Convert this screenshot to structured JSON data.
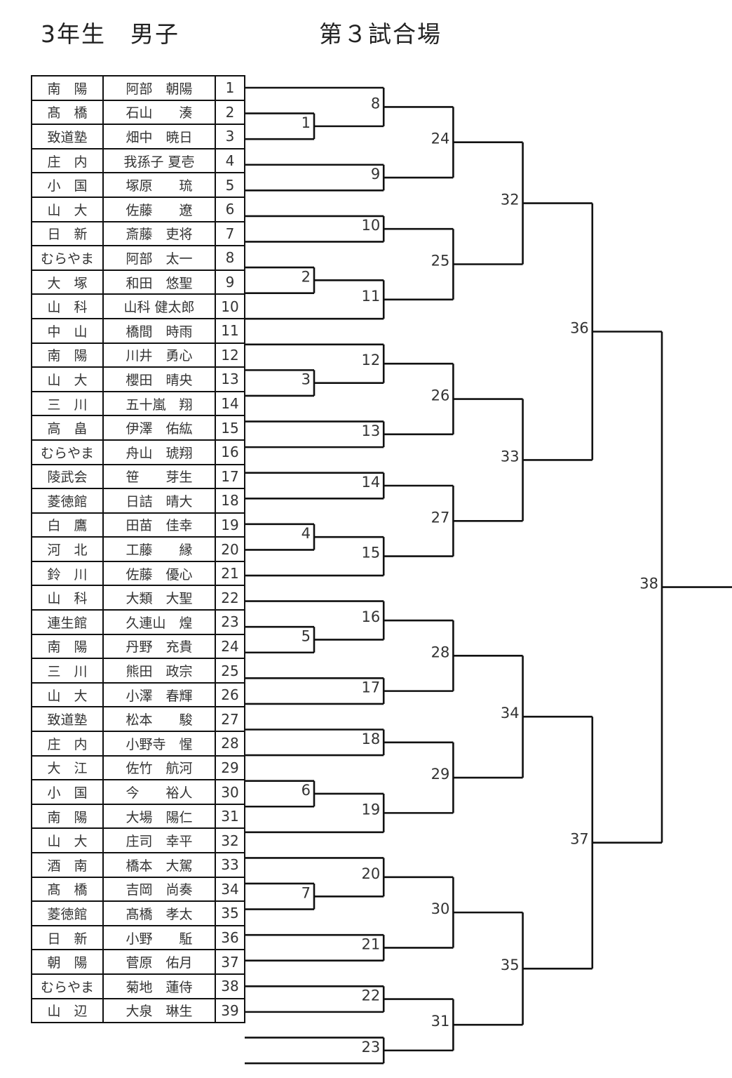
{
  "header": {
    "category": "3年生　男子",
    "venue": "第３試合場"
  },
  "entries": [
    {
      "no": "1",
      "school": "南　陽",
      "name": "阿部　朝陽"
    },
    {
      "no": "2",
      "school": "髙　橋",
      "name": "石山　　湊"
    },
    {
      "no": "3",
      "school": "致道塾",
      "name": "畑中　暁日"
    },
    {
      "no": "4",
      "school": "庄　内",
      "name": "我孫子 夏壱"
    },
    {
      "no": "5",
      "school": "小　国",
      "name": "塚原　　琉"
    },
    {
      "no": "6",
      "school": "山　大",
      "name": "佐藤　　遼"
    },
    {
      "no": "7",
      "school": "日　新",
      "name": "斎藤　吏将"
    },
    {
      "no": "8",
      "school": "むらやま",
      "name": "阿部　太一"
    },
    {
      "no": "9",
      "school": "大　塚",
      "name": "和田　悠聖"
    },
    {
      "no": "10",
      "school": "山　科",
      "name": "山科 健太郎"
    },
    {
      "no": "11",
      "school": "中　山",
      "name": "橋間　時雨"
    },
    {
      "no": "12",
      "school": "南　陽",
      "name": "川井　勇心"
    },
    {
      "no": "13",
      "school": "山　大",
      "name": "櫻田　晴央"
    },
    {
      "no": "14",
      "school": "三　川",
      "name": "五十嵐　翔"
    },
    {
      "no": "15",
      "school": "高　畠",
      "name": "伊澤　佑紘"
    },
    {
      "no": "16",
      "school": "むらやま",
      "name": "舟山　琥翔"
    },
    {
      "no": "17",
      "school": "陵武会",
      "name": "笹　　芽生"
    },
    {
      "no": "18",
      "school": "菱徳館",
      "name": "日詰　晴大"
    },
    {
      "no": "19",
      "school": "白　鷹",
      "name": "田苗　佳幸"
    },
    {
      "no": "20",
      "school": "河　北",
      "name": "工藤　　縁"
    },
    {
      "no": "21",
      "school": "鈴　川",
      "name": "佐藤　優心"
    },
    {
      "no": "22",
      "school": "山　科",
      "name": "大類　大聖"
    },
    {
      "no": "23",
      "school": "連生館",
      "name": "久連山　煌"
    },
    {
      "no": "24",
      "school": "南　陽",
      "name": "丹野　充貴"
    },
    {
      "no": "25",
      "school": "三　川",
      "name": "熊田　政宗"
    },
    {
      "no": "26",
      "school": "山　大",
      "name": "小澤　春輝"
    },
    {
      "no": "27",
      "school": "致道塾",
      "name": "松本　　駿"
    },
    {
      "no": "28",
      "school": "庄　内",
      "name": "小野寺　惺"
    },
    {
      "no": "29",
      "school": "大　江",
      "name": "佐竹　航河"
    },
    {
      "no": "30",
      "school": "小　国",
      "name": "今　　裕人"
    },
    {
      "no": "31",
      "school": "南　陽",
      "name": "大場　陽仁"
    },
    {
      "no": "32",
      "school": "山　大",
      "name": "庄司　幸平"
    },
    {
      "no": "33",
      "school": "酒　南",
      "name": "橋本　大駕"
    },
    {
      "no": "34",
      "school": "髙　橋",
      "name": "吉岡　尚奏"
    },
    {
      "no": "35",
      "school": "菱徳館",
      "name": "髙橋　孝太"
    },
    {
      "no": "36",
      "school": "日　新",
      "name": "小野　　駈"
    },
    {
      "no": "37",
      "school": "朝　陽",
      "name": "菅原　佑月"
    },
    {
      "no": "38",
      "school": "むらやま",
      "name": "菊地　蓮侍"
    },
    {
      "no": "39",
      "school": "山　辺",
      "name": "大泉　琳生"
    }
  ],
  "matches": [
    {
      "no": "1",
      "round": 1,
      "a": "p2",
      "b": "p3"
    },
    {
      "no": "2",
      "round": 1,
      "a": "p8",
      "b": "p9"
    },
    {
      "no": "3",
      "round": 1,
      "a": "p12",
      "b": "p13"
    },
    {
      "no": "4",
      "round": 1,
      "a": "p18",
      "b": "p19"
    },
    {
      "no": "5",
      "round": 1,
      "a": "p22",
      "b": "p23"
    },
    {
      "no": "6",
      "round": 1,
      "a": "p28",
      "b": "p29"
    },
    {
      "no": "7",
      "round": 1,
      "a": "p32",
      "b": "p33"
    },
    {
      "no": "8",
      "round": 2,
      "a": "p1",
      "b": "m1"
    },
    {
      "no": "9",
      "round": 2,
      "a": "p4",
      "b": "p5"
    },
    {
      "no": "10",
      "round": 2,
      "a": "p6",
      "b": "p7"
    },
    {
      "no": "11",
      "round": 2,
      "a": "m2",
      "b": "p10"
    },
    {
      "no": "12",
      "round": 2,
      "a": "p11",
      "b": "m3"
    },
    {
      "no": "13",
      "round": 2,
      "a": "p14",
      "b": "p15"
    },
    {
      "no": "14",
      "round": 2,
      "a": "p16",
      "b": "p17"
    },
    {
      "no": "15",
      "round": 2,
      "a": "m4",
      "b": "p20"
    },
    {
      "no": "16",
      "round": 2,
      "a": "p21",
      "b": "m5"
    },
    {
      "no": "17",
      "round": 2,
      "a": "p24",
      "b": "p25"
    },
    {
      "no": "18",
      "round": 2,
      "a": "p26",
      "b": "p27"
    },
    {
      "no": "19",
      "round": 2,
      "a": "m6",
      "b": "p30"
    },
    {
      "no": "20",
      "round": 2,
      "a": "p31",
      "b": "m7"
    },
    {
      "no": "21",
      "round": 2,
      "a": "p34",
      "b": "p35"
    },
    {
      "no": "22",
      "round": 2,
      "a": "p36",
      "b": "p37"
    },
    {
      "no": "23",
      "round": 2,
      "a": "p38",
      "b": "p39"
    },
    {
      "no": "24",
      "round": 3,
      "a": "m8",
      "b": "m9"
    },
    {
      "no": "25",
      "round": 3,
      "a": "m10",
      "b": "m11"
    },
    {
      "no": "26",
      "round": 3,
      "a": "m12",
      "b": "m13"
    },
    {
      "no": "27",
      "round": 3,
      "a": "m14",
      "b": "m15"
    },
    {
      "no": "28",
      "round": 3,
      "a": "m16",
      "b": "m17"
    },
    {
      "no": "29",
      "round": 3,
      "a": "m18",
      "b": "m19"
    },
    {
      "no": "30",
      "round": 3,
      "a": "m20",
      "b": "m21"
    },
    {
      "no": "31",
      "round": 3,
      "a": "m22",
      "b": "m23"
    },
    {
      "no": "32",
      "round": 4,
      "a": "m24",
      "b": "m25"
    },
    {
      "no": "33",
      "round": 4,
      "a": "m26",
      "b": "m27"
    },
    {
      "no": "34",
      "round": 4,
      "a": "m28",
      "b": "m29"
    },
    {
      "no": "35",
      "round": 4,
      "a": "m30",
      "b": "m31"
    },
    {
      "no": "36",
      "round": 5,
      "a": "m32",
      "b": "m33"
    },
    {
      "no": "37",
      "round": 5,
      "a": "m34",
      "b": "m35"
    },
    {
      "no": "38",
      "round": 6,
      "a": "m36",
      "b": "m37"
    }
  ]
}
